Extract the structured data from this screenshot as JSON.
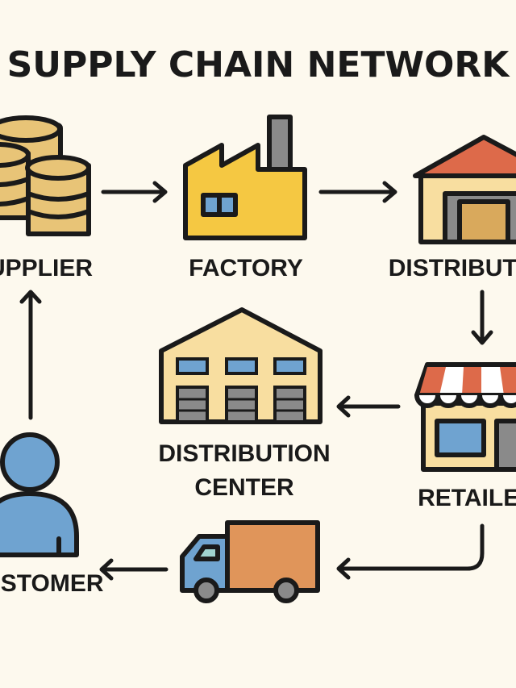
{
  "title": "SUPPLY CHAIN NETWORK",
  "nodes": {
    "supplier": "SUPPLIER",
    "factory": "FACTORY",
    "distributor": "DISTRIBUTOR",
    "retailer": "RETAILER",
    "distribution_center_line1": "DISTRIBUTION",
    "distribution_center_line2": "CENTER",
    "customer": "CUSTOMER"
  },
  "colors": {
    "background": "#fdf9ee",
    "coins": "#e8c477",
    "factory": "#f5c842",
    "roof": "#dd6a4a",
    "building": "#f8dea0",
    "blue": "#6fa3d0",
    "truck_box": "#e0955a",
    "gray": "#8a8a8a"
  }
}
